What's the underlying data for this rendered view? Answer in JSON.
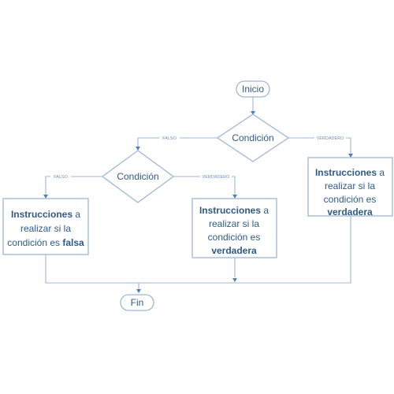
{
  "colors": {
    "stroke": "#9db7d6",
    "text": "#2f5a88",
    "arrow": "#4f81bd"
  },
  "nodes": {
    "start": "Inicio",
    "decision_main": "Condición",
    "decision_sub": "Condición",
    "end": "Fin"
  },
  "edges": {
    "main_false": "FALSO",
    "main_true": "VERDADERO",
    "sub_false": "FALSO",
    "sub_true": "VERDADERO"
  },
  "boxes": {
    "false_box": {
      "bold1": "Instrucciones",
      "t1": " a",
      "t2": "realizar si la",
      "t3": "condición es ",
      "bold2": "falsa"
    },
    "sub_true_box": {
      "bold1": "Instrucciones",
      "t1": " a",
      "t2": "realizar si la",
      "t3": "condición es",
      "bold2": "verdadera"
    },
    "main_true_box": {
      "bold1": "Instrucciones",
      "t1": " a",
      "t2": "realizar si la",
      "t3": "condición es",
      "bold2": "verdadera"
    }
  }
}
